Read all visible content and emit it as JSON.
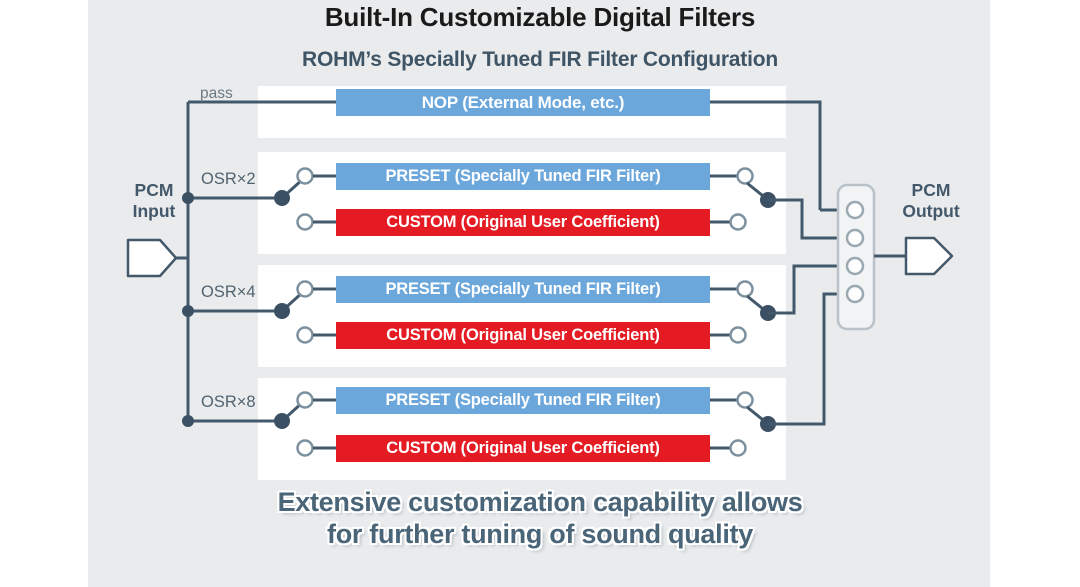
{
  "header": {
    "title": "Built-In Customizable Digital Filters",
    "subtitle": "ROHM’s Specially Tuned FIR Filter Configuration"
  },
  "footer": {
    "line1": "Extensive customization capability allows",
    "line2": "for further tuning of sound quality"
  },
  "io": {
    "input_label_line1": "PCM",
    "input_label_line2": "Input",
    "output_label_line1": "PCM",
    "output_label_line2": "Output"
  },
  "paths": {
    "pass": "pass",
    "osr2": "OSR×2",
    "osr4": "OSR×4",
    "osr8": "OSR×8"
  },
  "blocks": {
    "nop": "NOP (External Mode, etc.)",
    "preset": "PRESET (Specially Tuned FIR Filter)",
    "custom": "CUSTOM (Original User Coefficient)"
  },
  "rows": [
    {
      "selector": "pass",
      "filters": [
        "nop"
      ]
    },
    {
      "selector": "OSR×2",
      "filters": [
        "preset",
        "custom"
      ]
    },
    {
      "selector": "OSR×4",
      "filters": [
        "preset",
        "custom"
      ]
    },
    {
      "selector": "OSR×8",
      "filters": [
        "preset",
        "custom"
      ]
    }
  ],
  "colors": {
    "panel_background": "#e9ebed",
    "row_background": "#ffffff",
    "preset_blue": "#6ca7dc",
    "custom_red": "#e41b23",
    "wire": "#43596b",
    "title_text": "#1a1a1a",
    "subtitle_text": "#3f5566",
    "tagline_text": "#4a6478"
  }
}
